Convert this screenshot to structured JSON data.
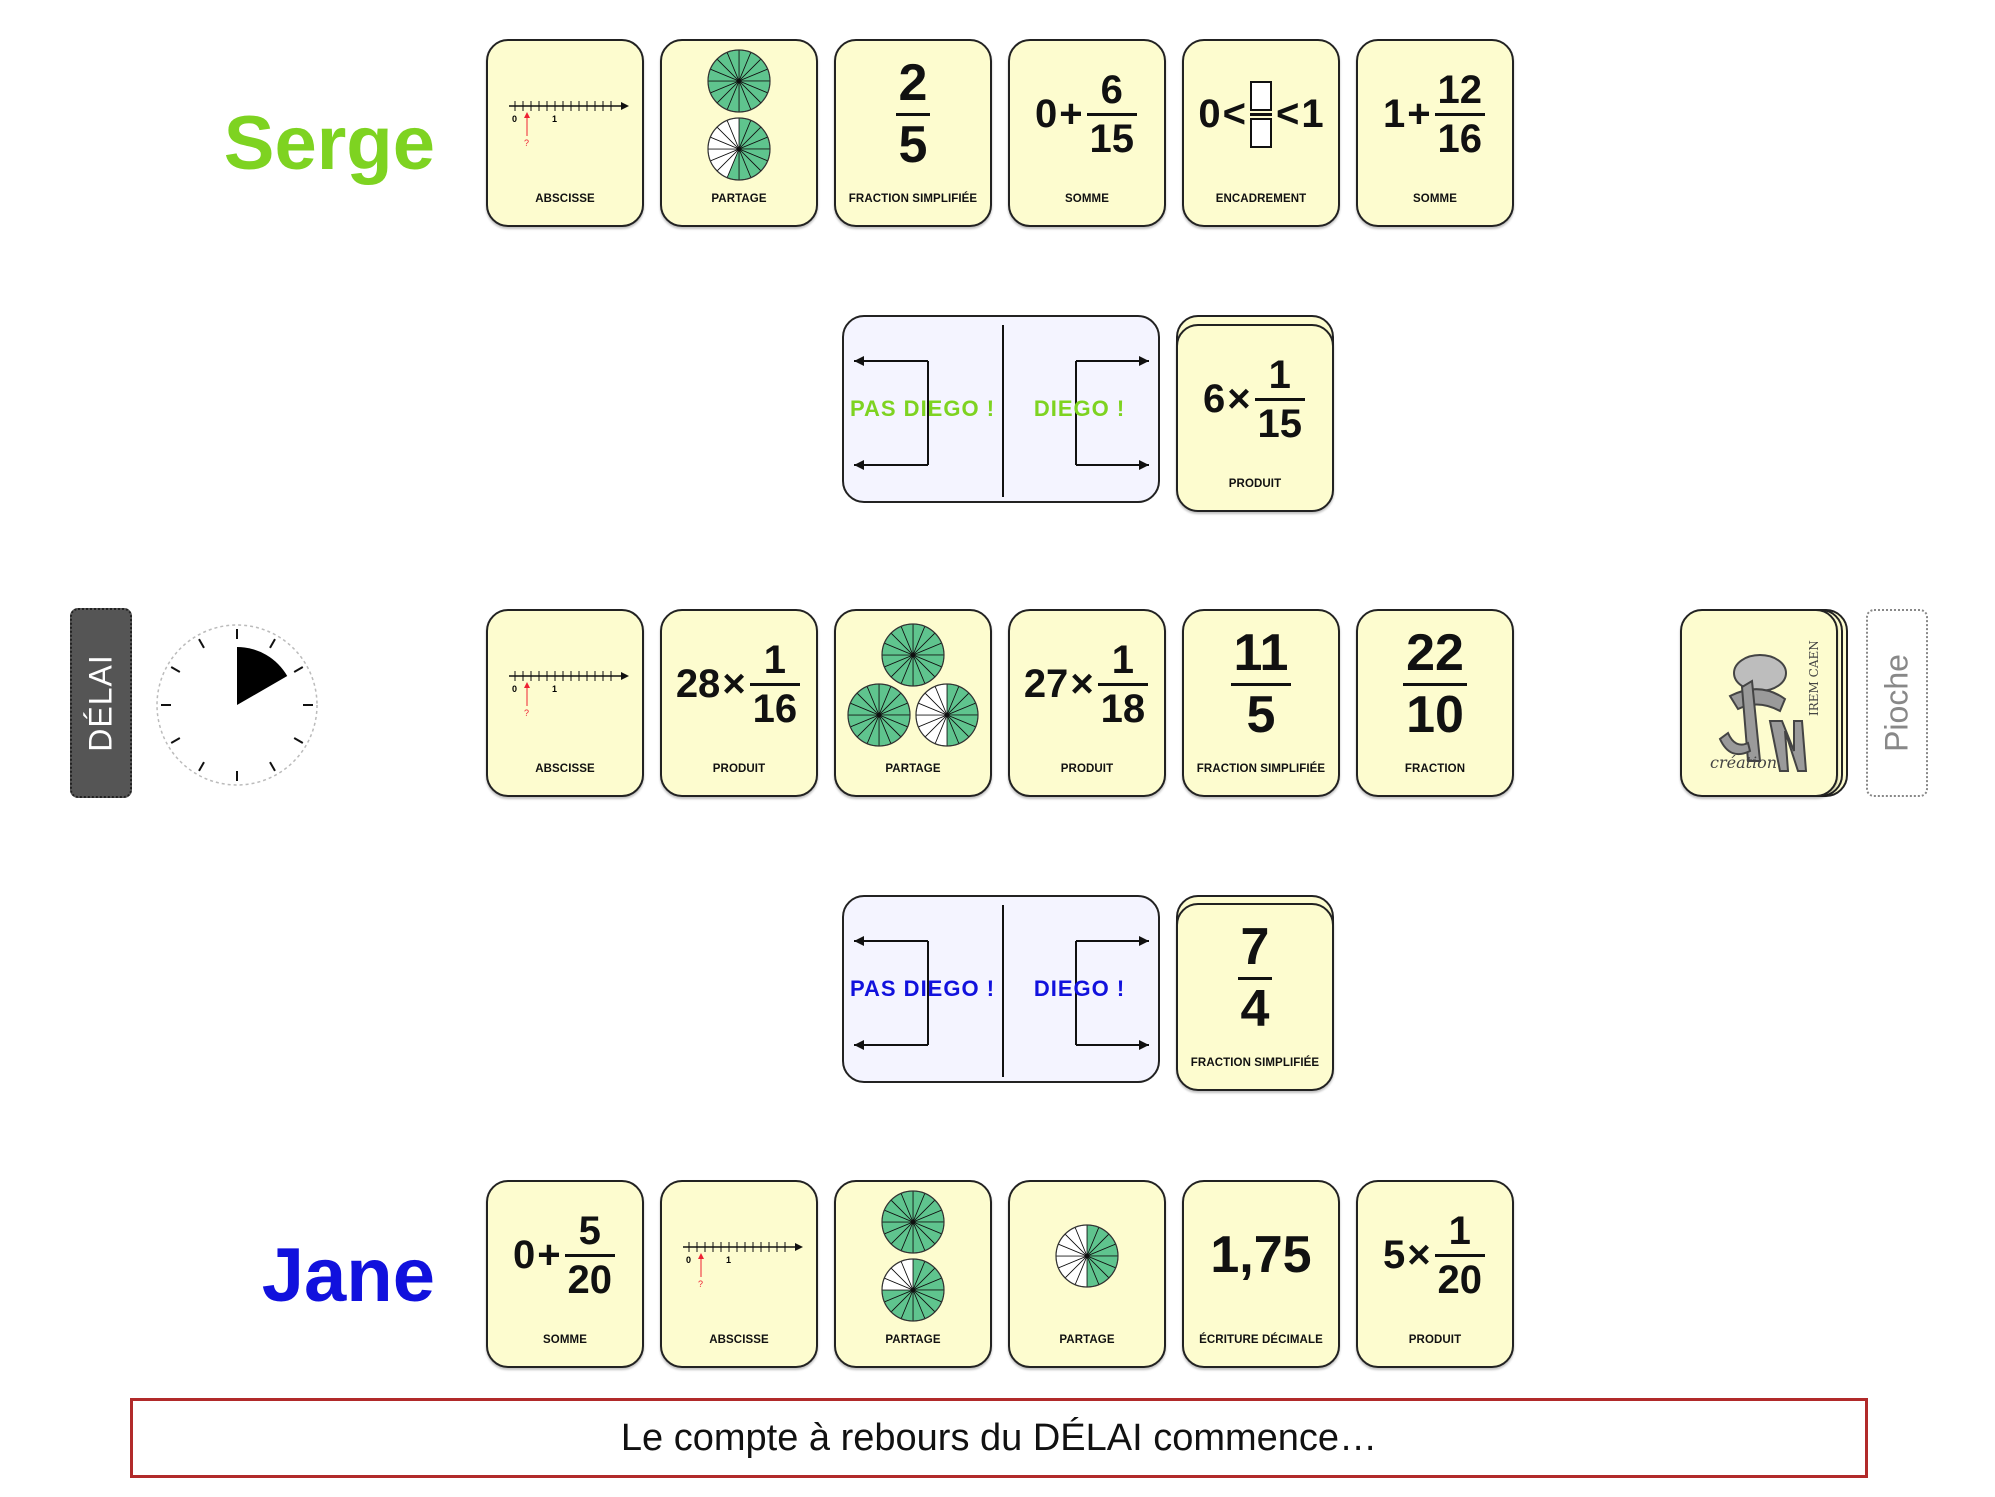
{
  "players": {
    "top": {
      "name": "Serge",
      "color": "#7ed321"
    },
    "bottom": {
      "name": "Jane",
      "color": "#1111dd"
    }
  },
  "serge_cards": [
    {
      "kind": "number-line",
      "caption": "ABSCISSE",
      "line": {
        "start": "0",
        "end": "1",
        "query": "?"
      }
    },
    {
      "kind": "circles",
      "caption": "PARTAGE",
      "circles": [
        {
          "parts": 16,
          "shaded": 16
        },
        {
          "parts": 16,
          "shaded": 9
        }
      ]
    },
    {
      "kind": "fraction",
      "caption": "FRACTION SIMPLIFIÉE",
      "num": "2",
      "den": "5"
    },
    {
      "kind": "sum",
      "caption": "SOMME",
      "whole": "0",
      "op": "+",
      "num": "6",
      "den": "15"
    },
    {
      "kind": "bracket",
      "caption": "ENCADREMENT",
      "left": "0",
      "lt": "<",
      "right": "1"
    },
    {
      "kind": "sum",
      "caption": "SOMME",
      "whole": "1",
      "op": "+",
      "num": "12",
      "den": "16"
    }
  ],
  "serge_play": {
    "pas_diego": "PAS DIEGO !",
    "diego": "DIEGO !",
    "card": {
      "kind": "product",
      "caption": "PRODUIT",
      "whole": "6",
      "op": "×",
      "num": "1",
      "den": "15"
    }
  },
  "table_cards": [
    {
      "kind": "number-line",
      "caption": "ABSCISSE",
      "line": {
        "start": "0",
        "end": "1",
        "query": "?"
      }
    },
    {
      "kind": "product",
      "caption": "PRODUIT",
      "whole": "28",
      "op": "×",
      "num": "1",
      "den": "16"
    },
    {
      "kind": "circles3",
      "caption": "PARTAGE",
      "circles": [
        {
          "parts": 16,
          "shaded": 16
        },
        {
          "parts": 16,
          "shaded": 16
        },
        {
          "parts": 16,
          "shaded": 8
        }
      ]
    },
    {
      "kind": "product",
      "caption": "PRODUIT",
      "whole": "27",
      "op": "×",
      "num": "1",
      "den": "18"
    },
    {
      "kind": "fraction",
      "caption": "FRACTION SIMPLIFIÉE",
      "num": "11",
      "den": "5"
    },
    {
      "kind": "fraction",
      "caption": "FRACTION",
      "num": "22",
      "den": "10"
    }
  ],
  "jane_play": {
    "pas_diego": "PAS DIEGO !",
    "diego": "DIEGO !",
    "card": {
      "kind": "fraction",
      "caption": "FRACTION SIMPLIFIÉE",
      "num": "7",
      "den": "4"
    }
  },
  "jane_cards": [
    {
      "kind": "sum",
      "caption": "SOMME",
      "whole": "0",
      "op": "+",
      "num": "5",
      "den": "20"
    },
    {
      "kind": "number-line",
      "caption": "ABSCISSE",
      "line": {
        "start": "0",
        "end": "1",
        "query": "?"
      }
    },
    {
      "kind": "circles",
      "caption": "PARTAGE",
      "circles": [
        {
          "parts": 16,
          "shaded": 16
        },
        {
          "parts": 16,
          "shaded": 12
        }
      ]
    },
    {
      "kind": "circles1",
      "caption": "PARTAGE",
      "circles": [
        {
          "parts": 16,
          "shaded": 8
        }
      ]
    },
    {
      "kind": "decimal",
      "caption": "ÉCRITURE DÉCIMALE",
      "value": "1,75"
    },
    {
      "kind": "product",
      "caption": "PRODUIT",
      "whole": "5",
      "op": "×",
      "num": "1",
      "den": "20"
    }
  ],
  "delai": {
    "label": "DÉLAI",
    "elapsed_fraction": 0.1667
  },
  "pioche": {
    "label": "Pioche",
    "logo_text": [
      "IREM CAEN",
      "création"
    ]
  },
  "status": {
    "message": "Le compte à rebours du DÉLAI commence…"
  },
  "colors": {
    "card_bg": "#fdfccf",
    "circle_fill": "#5fc48e",
    "panel_bg": "#f4f4ff",
    "status_border": "#b12a2a"
  }
}
